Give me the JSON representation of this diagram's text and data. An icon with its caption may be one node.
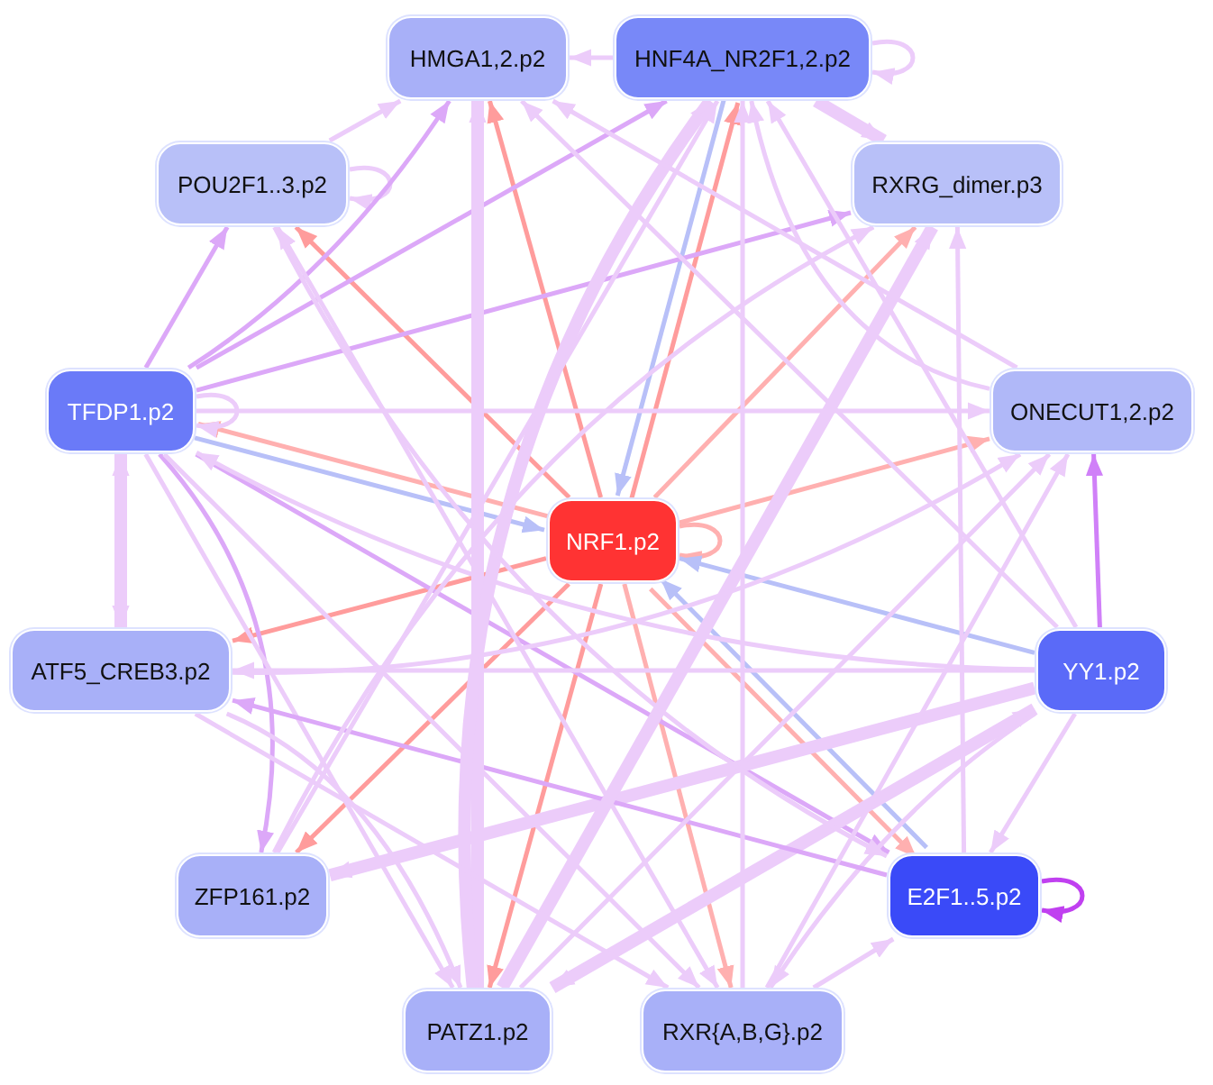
{
  "diagram": {
    "nodes": [
      {
        "text": [
          "HMGA1,2.p2"
        ]
      },
      {
        "text": [
          "HNF4A_NR2F1,2.p2"
        ]
      },
      {
        "text": [
          "POU2F1..3.p2"
        ]
      },
      {
        "text": [
          "RXRG_dimer.p3"
        ]
      },
      {
        "text": [
          "TFDP1.p2"
        ]
      },
      {
        "text": [
          "ONECUT1,2.p2"
        ]
      },
      {
        "text": [
          "NRF1.p2"
        ]
      },
      {
        "text": [
          "ATF5_CREB3.p2"
        ]
      },
      {
        "text": [
          "YY1.p2"
        ]
      },
      {
        "text": [
          "ZFP161.p2"
        ]
      },
      {
        "text": [
          "E2F1..5.p2"
        ]
      },
      {
        "text": [
          "PATZ1.p2"
        ]
      },
      {
        "text": [
          "RXR{A,B,G}.p2"
        ]
      }
    ],
    "edges": [
      {
        "from": 6,
        "to": 2,
        "arrow": "to",
        "color": "#ff9c9c"
      },
      {
        "from": 6,
        "to": 0,
        "arrow": "to",
        "color": "#ff9c9c"
      },
      {
        "from": 6,
        "to": 1,
        "arrow": "to",
        "color": "#ff9c9c"
      },
      {
        "from": 6,
        "to": 3,
        "arrow": "to",
        "color": "#ffb0b0"
      },
      {
        "from": 6,
        "to": 5,
        "arrow": "to",
        "color": "#ffb0b0"
      },
      {
        "from": 6,
        "to": 7,
        "arrow": "to",
        "color": "#ff9c9c"
      },
      {
        "from": 6,
        "to": 9,
        "arrow": "to",
        "color": "#ff9c9c"
      },
      {
        "from": 6,
        "to": 11,
        "arrow": "to",
        "color": "#ff9c9c"
      },
      {
        "from": 6,
        "to": 12,
        "arrow": "to",
        "color": "#ffb0b0"
      },
      {
        "from": 6,
        "to": 10,
        "arrow": "to",
        "color": "#ffb0b0"
      },
      {
        "from": 6,
        "to": 4,
        "arrow": "to",
        "color": "#ffb0b0"
      },
      {
        "from": 6,
        "to": 6,
        "arrow": "to",
        "color": "#ffb0b0"
      },
      {
        "from": 1,
        "to": 6,
        "arrow": "to",
        "color": "#b8c0f8"
      },
      {
        "from": 8,
        "to": 6,
        "arrow": "to",
        "color": "#b8c0f8"
      },
      {
        "from": 10,
        "to": 6,
        "arrow": "to",
        "color": "#b8c0f8"
      },
      {
        "from": 4,
        "to": 6,
        "arrow": "to",
        "color": "#b8c0f8"
      },
      {
        "from": 1,
        "to": 1,
        "arrow": "to"
      },
      {
        "from": 2,
        "to": 2,
        "arrow": "to"
      },
      {
        "from": 4,
        "to": 4,
        "arrow": "to"
      },
      {
        "from": 10,
        "to": 10,
        "arrow": "to",
        "color": "#c040f0"
      },
      {
        "from": 2,
        "to": 0,
        "arrow": "to"
      },
      {
        "from": 1,
        "to": 0,
        "arrow": "to"
      },
      {
        "from": 4,
        "to": 2,
        "arrow": "to",
        "color": "#dca8f8"
      },
      {
        "from": 4,
        "to": 0,
        "arrow": "to",
        "color": "#dca8f8"
      },
      {
        "from": 4,
        "to": 1,
        "arrow": "to",
        "color": "#dca8f8"
      },
      {
        "from": 4,
        "to": 3,
        "arrow": "to",
        "color": "#dca8f8"
      },
      {
        "from": 4,
        "to": 5,
        "arrow": "to"
      },
      {
        "from": 4,
        "to": 7,
        "arrow": "both",
        "style": "thick"
      },
      {
        "from": 4,
        "to": 9,
        "arrow": "to",
        "color": "#dca8f8"
      },
      {
        "from": 4,
        "to": 11,
        "arrow": "to"
      },
      {
        "from": 4,
        "to": 10,
        "arrow": "to",
        "color": "#dca8f8"
      },
      {
        "from": 4,
        "to": 12,
        "arrow": "to"
      },
      {
        "from": 1,
        "to": 3,
        "arrow": "to",
        "style": "thick"
      },
      {
        "from": 5,
        "to": 1,
        "arrow": "to"
      },
      {
        "from": 8,
        "to": 5,
        "arrow": "to",
        "color": "#d080f8"
      },
      {
        "from": 8,
        "to": 7,
        "arrow": "to"
      },
      {
        "from": 8,
        "to": 10,
        "arrow": "to"
      },
      {
        "from": 8,
        "to": 11,
        "arrow": "both",
        "style": "thick"
      },
      {
        "from": 8,
        "to": 9,
        "arrow": "to",
        "style": "thick"
      },
      {
        "from": 8,
        "to": 12,
        "arrow": "to"
      },
      {
        "from": 8,
        "to": 0,
        "arrow": "to"
      },
      {
        "from": 8,
        "to": 1,
        "arrow": "to"
      },
      {
        "from": 8,
        "to": 4,
        "arrow": "to"
      },
      {
        "from": 10,
        "to": 7,
        "arrow": "to",
        "color": "#dca8f8"
      },
      {
        "from": 10,
        "to": 3,
        "arrow": "to"
      },
      {
        "from": 12,
        "to": 10,
        "arrow": "to"
      },
      {
        "from": 12,
        "to": 1,
        "arrow": "to"
      },
      {
        "from": 12,
        "to": 2,
        "arrow": "both"
      },
      {
        "from": 12,
        "to": 5,
        "arrow": "to"
      },
      {
        "from": 11,
        "to": 0,
        "arrow": "to",
        "style": "thick"
      },
      {
        "from": 11,
        "to": 1,
        "arrow": "to",
        "style": "thick"
      },
      {
        "from": 11,
        "to": 3,
        "arrow": "to",
        "style": "thick"
      },
      {
        "from": 11,
        "to": 5,
        "arrow": "to"
      },
      {
        "from": 7,
        "to": 11,
        "arrow": "to"
      },
      {
        "from": 7,
        "to": 12,
        "arrow": "to"
      },
      {
        "from": 7,
        "to": 5,
        "arrow": "to"
      },
      {
        "from": 9,
        "to": 1,
        "arrow": "to"
      },
      {
        "from": 9,
        "to": 3,
        "arrow": "to"
      },
      {
        "from": 2,
        "to": 10,
        "arrow": "to"
      },
      {
        "from": 5,
        "to": 0,
        "arrow": "to"
      }
    ]
  }
}
